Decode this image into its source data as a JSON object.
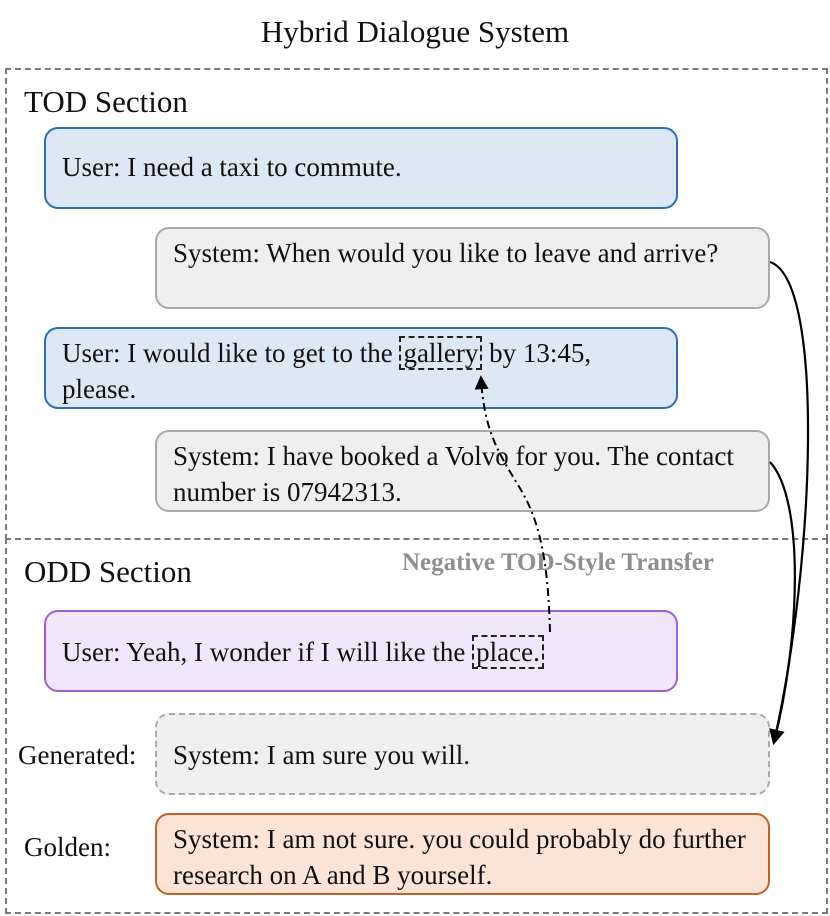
{
  "title": "Hybrid Dialogue System",
  "tod_section": {
    "label": "TOD Section",
    "turns": [
      {
        "text": "User: I need a taxi to commute."
      },
      {
        "text": "System: When would you like to leave and arrive?"
      },
      {
        "before": "User: I would like to get to the ",
        "highlight": "gallery",
        "after": " by 13:45, please."
      },
      {
        "text": "System: I have booked a Volvo for you. The contact number is 07942313."
      }
    ]
  },
  "odd_section": {
    "label": "ODD Section",
    "transfer_label": "Negative TOD-Style Transfer",
    "user_turn": {
      "before": "User: Yeah, I wonder if I will like the ",
      "highlight": "place."
    },
    "generated_label": "Generated:",
    "generated_text": "System: I am sure you will.",
    "golden_label": "Golden:",
    "golden_text": "System: I am not sure. you could probably do further research on A and B yourself."
  }
}
